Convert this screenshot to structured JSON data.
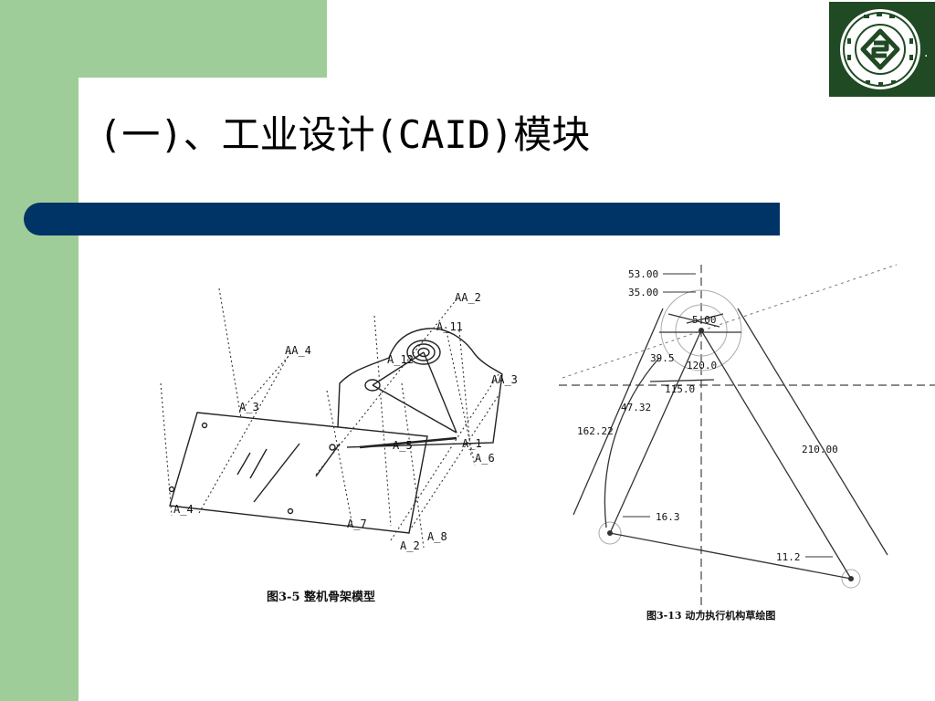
{
  "slide": {
    "title": "(一)、工业设计(CAID)模块",
    "logo": {
      "icon": "university-seal-icon",
      "color": "#1f4a24"
    }
  },
  "colors": {
    "green": "#9fcd99",
    "bar": "#003366"
  },
  "figure_left": {
    "caption": "图3-5  整机骨架模型",
    "labels": {
      "aa2": "AA_2",
      "a11": "A_11",
      "aa4": "AA_4",
      "a12": "A_12",
      "aa3": "AA_3",
      "a3": "A_3",
      "a5": "A_5",
      "a1": "A_1",
      "a6": "A_6",
      "a4": "A_4",
      "a7": "A_7",
      "a2": "A_2",
      "a8": "A_8"
    }
  },
  "figure_right": {
    "caption": "图3-13  动力执行机构草绘图",
    "dims": {
      "d53": "53.00",
      "d35": "35.00",
      "d5": "5.00",
      "d395": "39.5",
      "d120": "120.0",
      "d115": "115.0",
      "d4732": "47.32",
      "d16222": "162.22",
      "d21000": "210.00",
      "d163": "16.3",
      "d112": "11.2"
    }
  }
}
